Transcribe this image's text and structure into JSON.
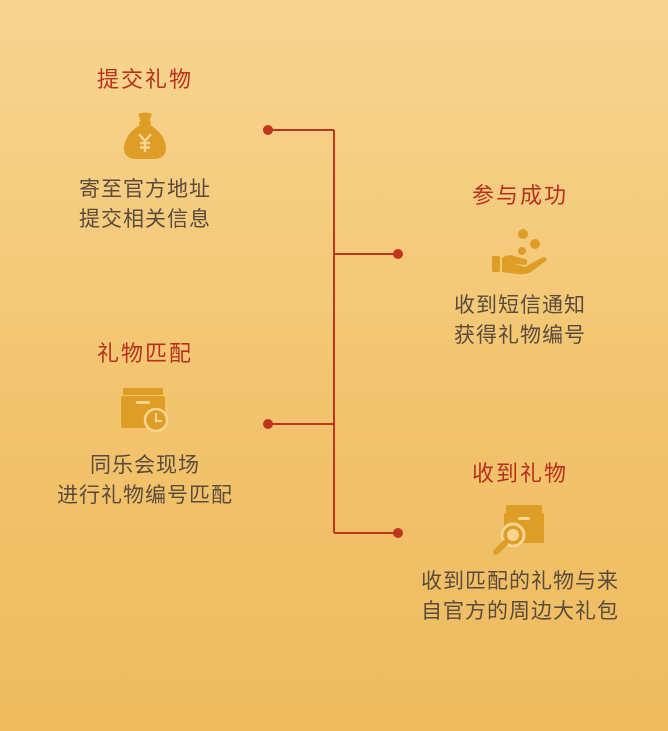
{
  "colors": {
    "background_top": "#f7d591",
    "background_bottom": "#eebb5e",
    "title": "#b8301e",
    "text": "#5a4b3d",
    "icon": "#de9d27",
    "line": "#c0351f"
  },
  "steps": {
    "submit": {
      "title": "提交礼物",
      "icon": "money-bag-icon",
      "lines": [
        "寄至官方地址",
        "提交相关信息"
      ]
    },
    "match": {
      "title": "礼物匹配",
      "icon": "box-clock-icon",
      "lines": [
        "同乐会现场",
        "进行礼物编号匹配"
      ]
    },
    "join": {
      "title": "参与成功",
      "icon": "hand-coins-icon",
      "lines": [
        "收到短信通知",
        "获得礼物编号"
      ]
    },
    "receive": {
      "title": "收到礼物",
      "icon": "box-magnifier-icon",
      "lines": [
        "收到匹配的礼物与来",
        "自官方的周边大礼包"
      ]
    }
  }
}
